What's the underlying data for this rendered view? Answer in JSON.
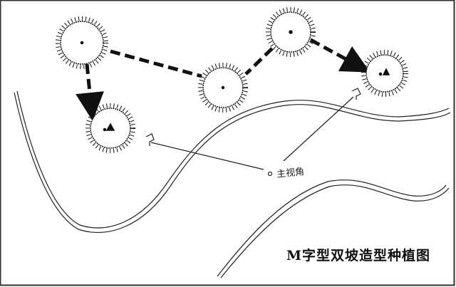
{
  "diagram": {
    "caption": "M字型双坡造型种植图",
    "viewpoint_label": "主视角",
    "trees": [
      {
        "id": "tree-1",
        "marker": "dot"
      },
      {
        "id": "tree-2",
        "marker": "dot"
      },
      {
        "id": "tree-3",
        "marker": "dot"
      },
      {
        "id": "tree-4",
        "marker": "triangle-dot"
      },
      {
        "id": "tree-5",
        "marker": "triangle-dot"
      }
    ],
    "colors": {
      "ink": "#111111",
      "frame": "#333333"
    }
  }
}
